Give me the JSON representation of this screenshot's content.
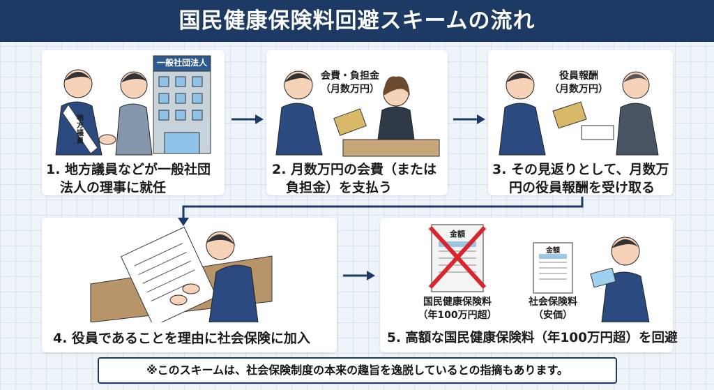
{
  "title": "国民健康保険料回避スキームの流れ",
  "steps": [
    {
      "caption_line1": "1. 地方議員などが一般社団",
      "caption_line2": "法人の理事に就任",
      "building_sign": "一般社団法人",
      "sash_text": "地方議員"
    },
    {
      "caption_line1": "2. 月数万円の会費（または",
      "caption_line2": "負担金）を支払う",
      "label_line1": "会費・負担金",
      "label_line2": "（月数万円）"
    },
    {
      "caption_line1": "3. その見返りとして、月数万",
      "caption_line2": "円の役員報酬を受け取る",
      "label_line1": "役員報酬",
      "label_line2": "（月数万円）"
    },
    {
      "caption": "4. 役員であることを理由に社会保険に加入"
    },
    {
      "caption": "5. 高額な国民健康保険料（年100万円超）を回避",
      "doc1_line1": "国民健康保険料",
      "doc1_line2": "（年100万円超）",
      "doc2_line1": "社会保険料",
      "doc2_line2": "（安価）",
      "doc_header": "金額"
    }
  ],
  "note": "※このスキームは、社会保険制度の本来の趣旨を逸脱しているとの指摘もあります。",
  "colors": {
    "navy": "#1c3a63",
    "cross": "#d9262c"
  }
}
